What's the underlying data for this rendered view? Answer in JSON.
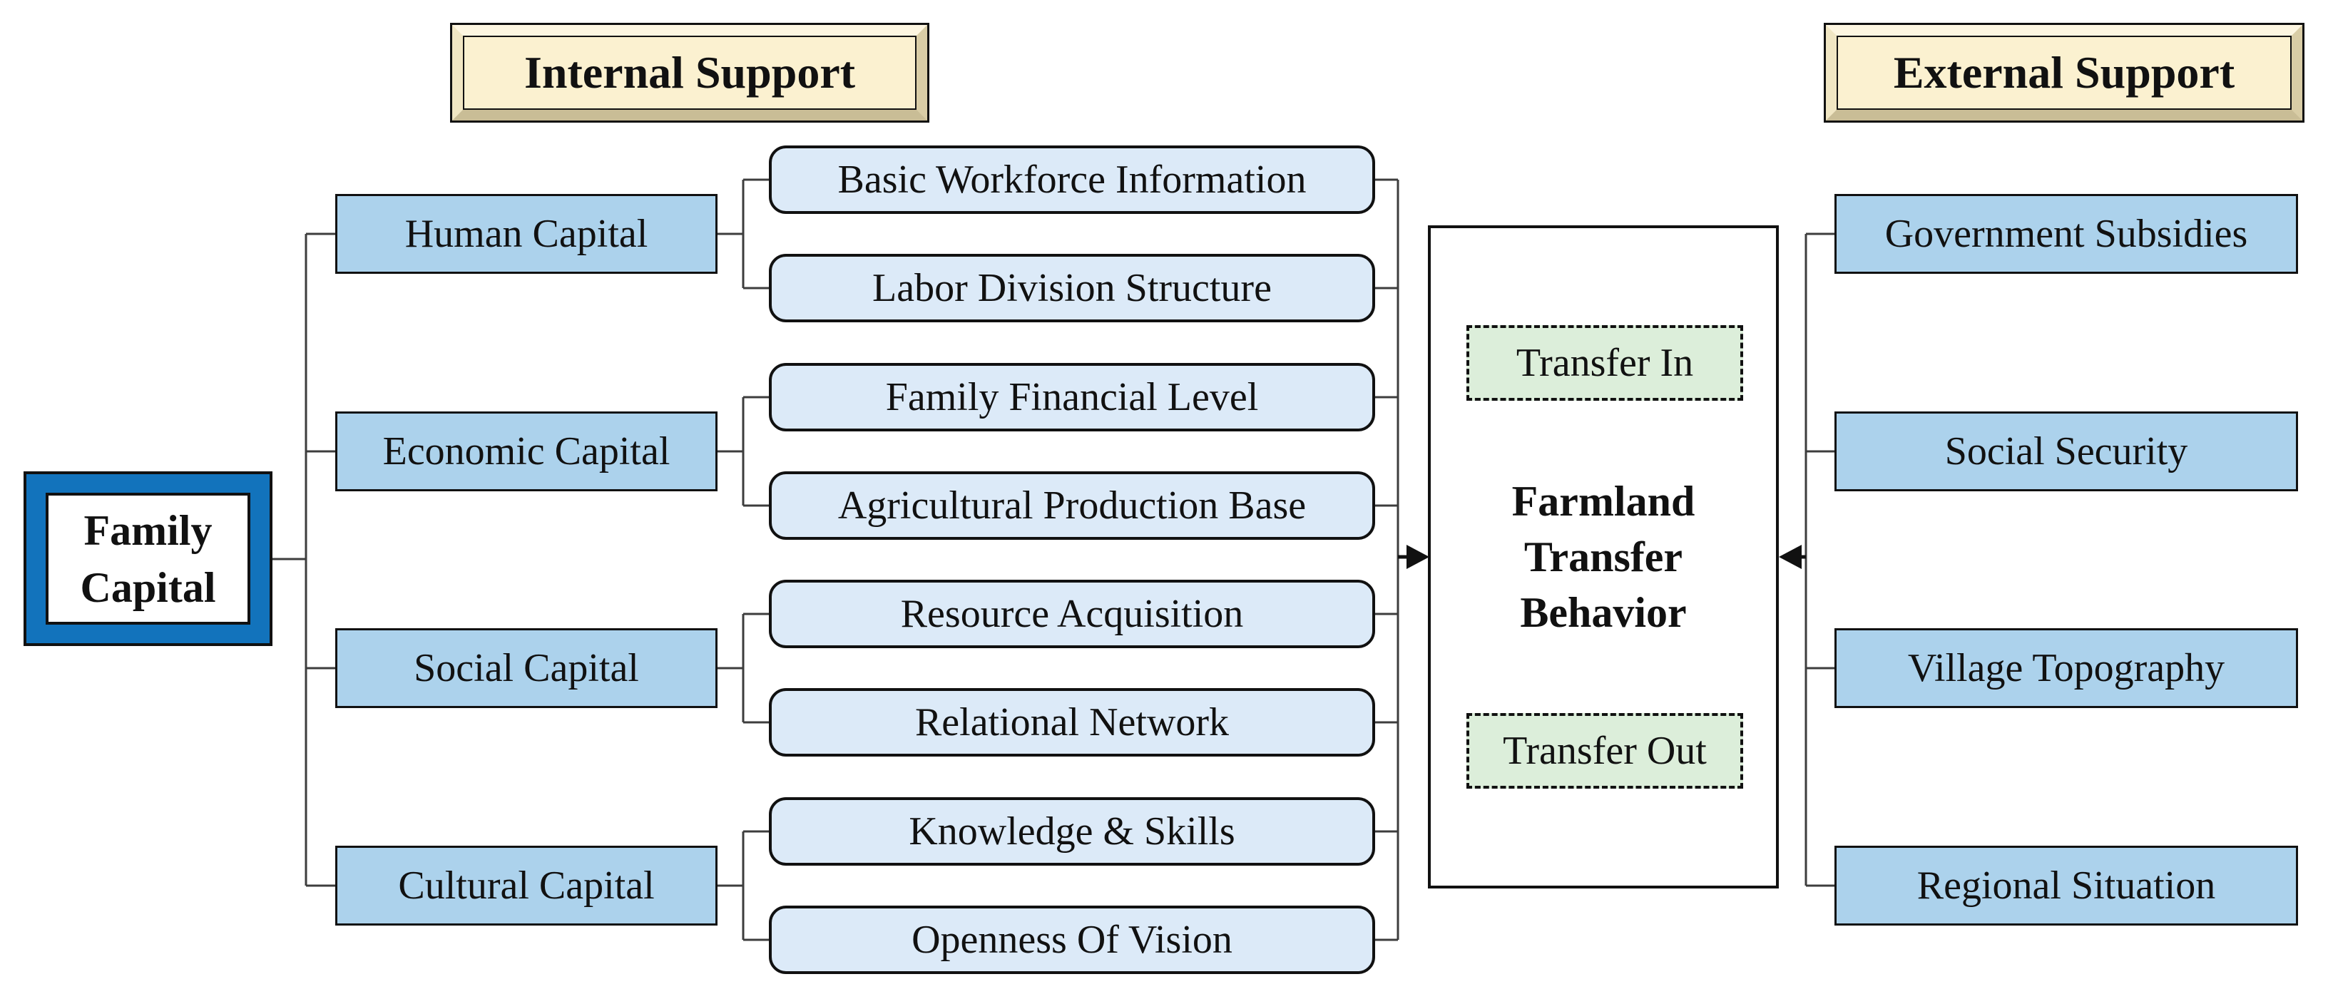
{
  "figure": {
    "internal_support_label": "Internal Support",
    "external_support_label": "External Support",
    "family_capital": {
      "line1": "Family",
      "line2": "Capital"
    },
    "capitals": [
      {
        "label": "Human Capital",
        "indicators": [
          "Basic Workforce Information",
          "Labor Division Structure"
        ]
      },
      {
        "label": "Economic Capital",
        "indicators": [
          "Family Financial Level",
          "Agricultural Production Base"
        ]
      },
      {
        "label": "Social Capital",
        "indicators": [
          "Resource Acquisition",
          "Relational Network"
        ]
      },
      {
        "label": "Cultural Capital",
        "indicators": [
          "Knowledge & Skills",
          "Openness Of Vision"
        ]
      }
    ],
    "center": {
      "line1": "Farmland",
      "line2": "Transfer",
      "line3": "Behavior",
      "transfer_in": "Transfer In",
      "transfer_out": "Transfer Out"
    },
    "external_factors": [
      "Government Subsidies",
      "Social Security",
      "Village Topography",
      "Regional Situation"
    ],
    "colors": {
      "category_node_fill": "#acd2ec",
      "indicator_node_fill": "#dceaf8",
      "family_frame_fill": "#1273bc",
      "title_plaque_fill": "#fbf1d0",
      "transfer_badge_fill": "#dceeda",
      "connector_line": "#3d3d3d",
      "border": "#111111"
    }
  }
}
